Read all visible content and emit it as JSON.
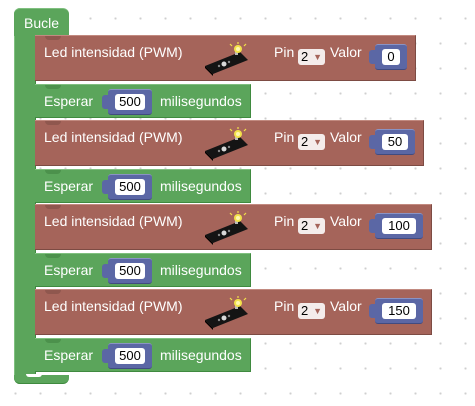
{
  "loop": {
    "title": "Bucle"
  },
  "blocks": [
    {
      "kind": "led",
      "label": "Led intensidad (PWM)",
      "pin_label": "Pin",
      "pin_value": "2",
      "value_label": "Valor",
      "value": "0"
    },
    {
      "kind": "wait",
      "label": "Esperar",
      "value": "500",
      "unit": "milisegundos"
    },
    {
      "kind": "led",
      "label": "Led intensidad (PWM)",
      "pin_label": "Pin",
      "pin_value": "2",
      "value_label": "Valor",
      "value": "50"
    },
    {
      "kind": "wait",
      "label": "Esperar",
      "value": "500",
      "unit": "milisegundos"
    },
    {
      "kind": "led",
      "label": "Led intensidad (PWM)",
      "pin_label": "Pin",
      "pin_value": "2",
      "value_label": "Valor",
      "value": "100"
    },
    {
      "kind": "wait",
      "label": "Esperar",
      "value": "500",
      "unit": "milisegundos"
    },
    {
      "kind": "led",
      "label": "Led intensidad (PWM)",
      "pin_label": "Pin",
      "pin_value": "2",
      "value_label": "Valor",
      "value": "150"
    },
    {
      "kind": "wait",
      "label": "Esperar",
      "value": "500",
      "unit": "milisegundos"
    }
  ],
  "icons": {
    "dropdown": "dropdown-caret-icon",
    "led_module": "led-module-icon"
  },
  "colors": {
    "loop": "#5ba55b",
    "led_block": "#a5645a",
    "wait_block": "#5ba55b",
    "number_block": "#5b67a5",
    "canvas_dots": "#cfcfcf"
  }
}
